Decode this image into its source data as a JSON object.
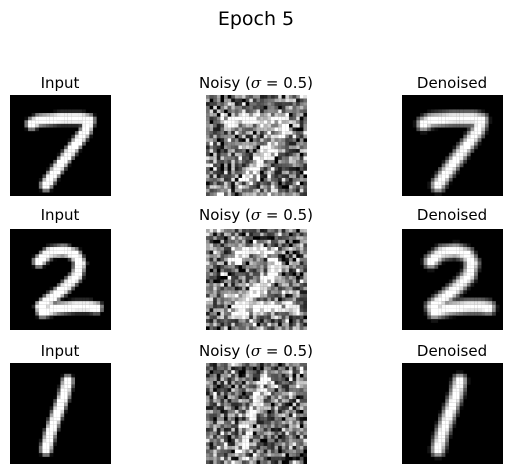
{
  "figure": {
    "title": "Epoch 5",
    "rows": [
      {
        "input_title": "Input",
        "noisy_title_prefix": "Noisy (",
        "noisy_title_sigma": "σ",
        "noisy_title_value": " = 0.5)",
        "denoised_title": "Denoised",
        "digit": "7"
      },
      {
        "input_title": "Input",
        "noisy_title_prefix": "Noisy (",
        "noisy_title_sigma": "σ",
        "noisy_title_value": " = 0.5)",
        "denoised_title": "Denoised",
        "digit": "2"
      },
      {
        "input_title": "Input",
        "noisy_title_prefix": "Noisy (",
        "noisy_title_sigma": "σ",
        "noisy_title_value": " = 0.5)",
        "denoised_title": "Denoised",
        "digit": "1"
      }
    ],
    "noise_sigma": 0.5,
    "colormap": "gray",
    "background_color": "#ffffff"
  }
}
